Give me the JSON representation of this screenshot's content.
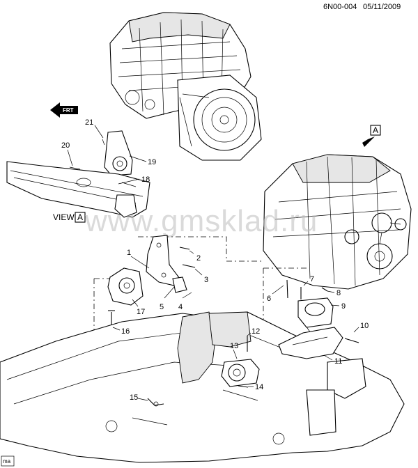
{
  "header": {
    "diagram_id": "6N00-004",
    "date": "05/11/2009"
  },
  "view_label": {
    "text": "VIEW",
    "letter": "A"
  },
  "view_marker_letter": "A",
  "front_arrow_text": "FRT",
  "watermark": "www.gmsklad.ru",
  "corner_tag": "ma",
  "callouts": [
    "21",
    "20",
    "19",
    "18",
    "1",
    "2",
    "3",
    "4",
    "5",
    "17",
    "16",
    "6",
    "7",
    "8",
    "9",
    "10",
    "11",
    "12",
    "13",
    "14",
    "15"
  ]
}
